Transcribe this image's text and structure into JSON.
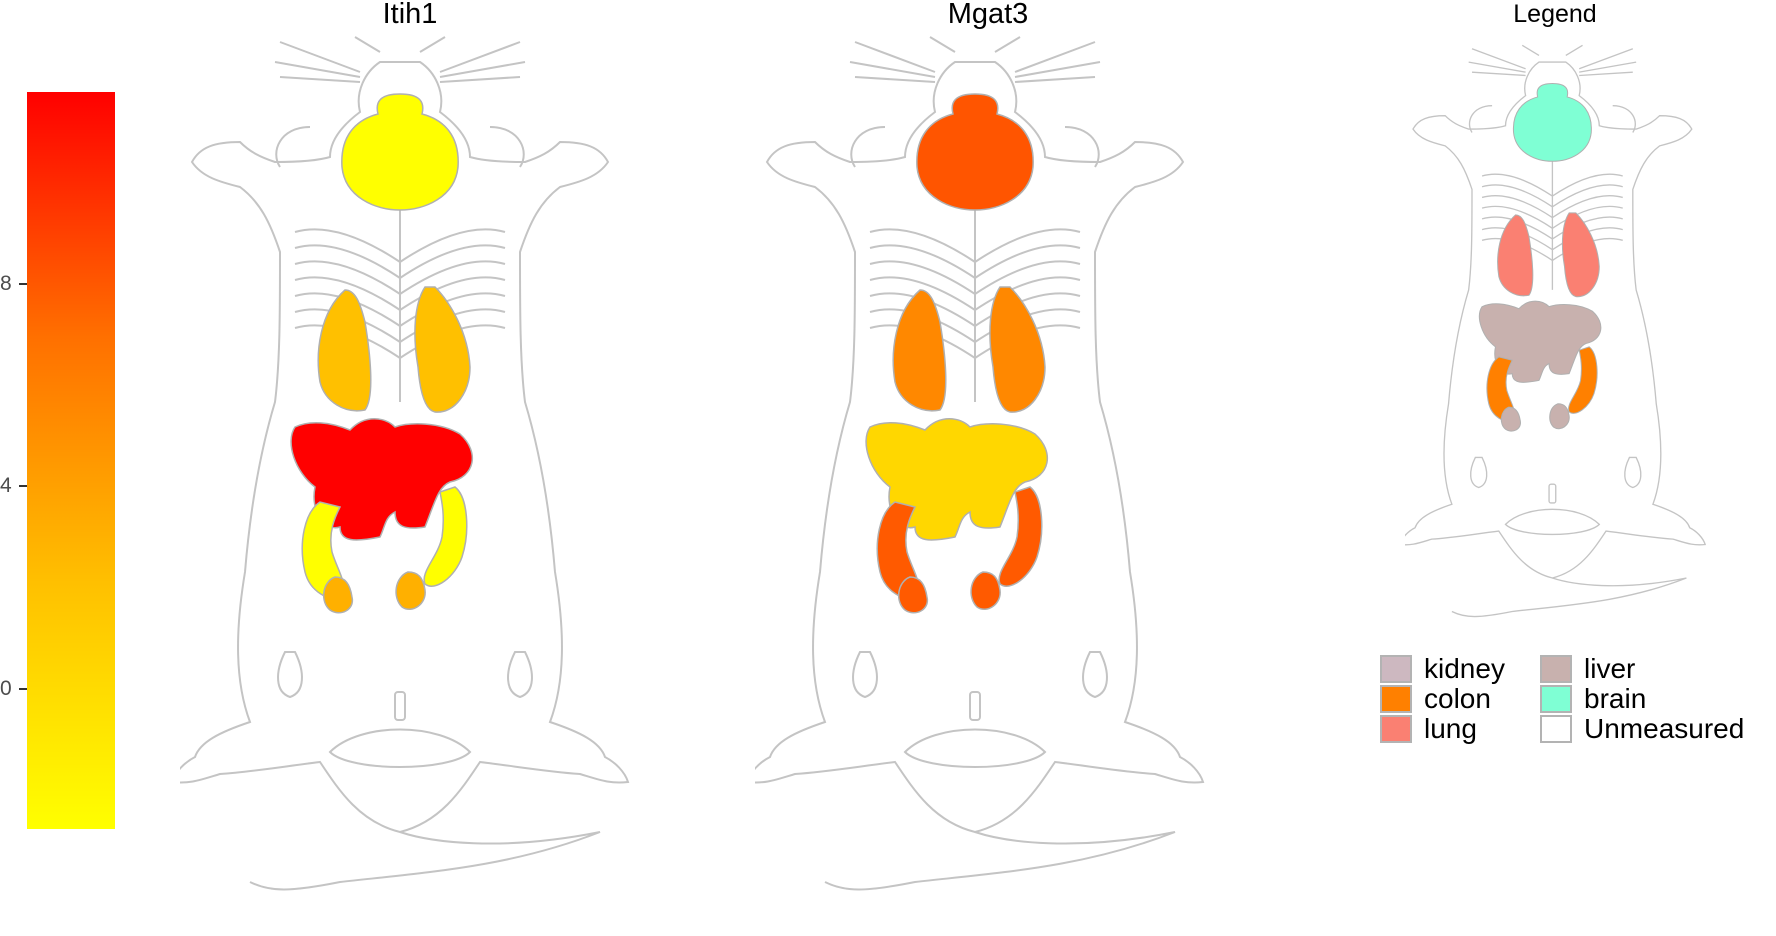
{
  "panels": [
    {
      "title": "Itih1",
      "organs": {
        "brain": "#FFFF00",
        "lung": "#FFC000",
        "liver": "#FF0000",
        "colon": "#FFFF00",
        "kidney": "#FFB000"
      }
    },
    {
      "title": "Mgat3",
      "organs": {
        "brain": "#FF5500",
        "lung": "#FF8800",
        "liver": "#FFD700",
        "colon": "#FF5A00",
        "kidney": "#FF5A00"
      }
    }
  ],
  "colorbar": {
    "ticks": [
      "8",
      "4",
      "0"
    ],
    "colors": [
      "#FF0000",
      "#FF7000",
      "#FFC000",
      "#FFFF00"
    ]
  },
  "legend": {
    "title": "Legend",
    "organs": {
      "brain": "#7FFFD4",
      "lung": "#FA8072",
      "liver": "#C8B1AE",
      "colon": "#FF8000",
      "kidney": "#C8B1AE"
    },
    "items": [
      {
        "label": "kidney",
        "color": "#CDB8C0"
      },
      {
        "label": "colon",
        "color": "#FF8000"
      },
      {
        "label": "lung",
        "color": "#FA8072"
      },
      {
        "label": "liver",
        "color": "#C8B1AE"
      },
      {
        "label": "brain",
        "color": "#7FFFD4"
      },
      {
        "label": "Unmeasured",
        "color": "#FFFFFF"
      }
    ]
  }
}
